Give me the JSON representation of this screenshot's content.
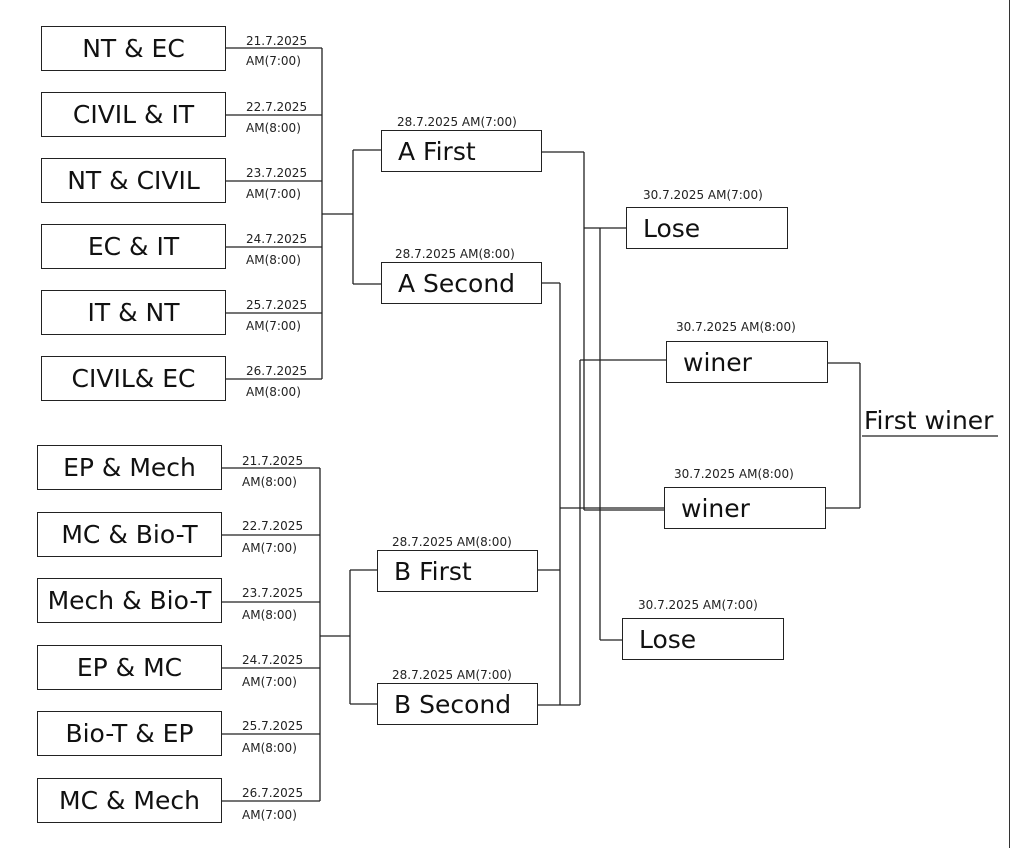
{
  "group_a": {
    "matches": [
      {
        "label": "NT & EC",
        "date": "21.7.2025",
        "time": "AM(7:00)"
      },
      {
        "label": "CIVIL & IT",
        "date": "22.7.2025",
        "time": "AM(8:00)"
      },
      {
        "label": "NT & CIVIL",
        "date": "23.7.2025",
        "time": "AM(7:00)"
      },
      {
        "label": "EC & IT",
        "date": "24.7.2025",
        "time": "AM(8:00)"
      },
      {
        "label": "IT & NT",
        "date": "25.7.2025",
        "time": "AM(7:00)"
      },
      {
        "label": "CIVIL& EC",
        "date": "26.7.2025",
        "time": "AM(8:00)"
      }
    ],
    "first": {
      "label": "A First",
      "schedule": "28.7.2025  AM(7:00)"
    },
    "second": {
      "label": "A Second",
      "schedule": "28.7.2025  AM(8:00)"
    }
  },
  "group_b": {
    "matches": [
      {
        "label": "EP & Mech",
        "date": "21.7.2025",
        "time": "AM(8:00)"
      },
      {
        "label": "MC & Bio-T",
        "date": "22.7.2025",
        "time": "AM(7:00)"
      },
      {
        "label": "Mech & Bio-T",
        "date": "23.7.2025",
        "time": "AM(8:00)"
      },
      {
        "label": "EP & MC",
        "date": "24.7.2025",
        "time": "AM(7:00)"
      },
      {
        "label": "Bio-T & EP",
        "date": "25.7.2025",
        "time": "AM(8:00)"
      },
      {
        "label": "MC & Mech",
        "date": "26.7.2025",
        "time": "AM(7:00)"
      }
    ],
    "first": {
      "label": "B First",
      "schedule": "28.7.2025  AM(8:00)"
    },
    "second": {
      "label": "B Second",
      "schedule": "28.7.2025  AM(7:00)"
    }
  },
  "semis": {
    "lose_top": {
      "label": "Lose",
      "schedule": "30.7.2025  AM(7:00)"
    },
    "winer_top": {
      "label": "winer",
      "schedule": "30.7.2025  AM(8:00)"
    },
    "winer_bot": {
      "label": "winer",
      "schedule": "30.7.2025  AM(8:00)"
    },
    "lose_bot": {
      "label": "Lose",
      "schedule": "30.7.2025  AM(7:00)"
    }
  },
  "final": {
    "label": "First winer"
  }
}
